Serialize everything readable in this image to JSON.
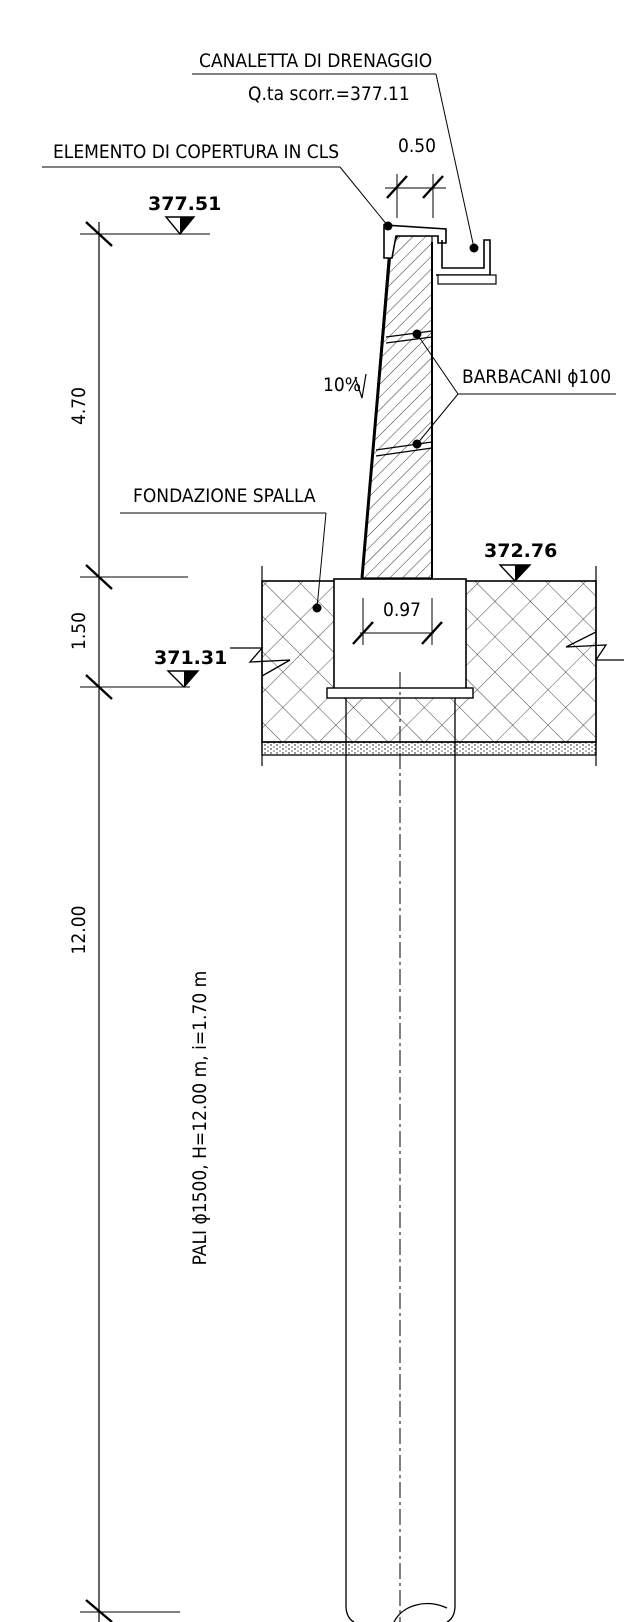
{
  "labels": {
    "drainage_channel": "CANALETTA DI DRENAGGIO",
    "drainage_level": "Q.ta scorr.=377.11",
    "cover_element": "ELEMENTO DI COPERTURA IN CLS",
    "weep_holes": "BARBACANI ϕ100",
    "abutment_foundation": "FONDAZIONE SPALLA",
    "piles": "PALI ϕ1500, H=12.00 m, i=1.70 m"
  },
  "elevations": {
    "top": "377.51",
    "ground": "372.76",
    "foundation_bottom": "371.31"
  },
  "dimensions": {
    "wall_height": "4.70",
    "foundation_height": "1.50",
    "pile_length": "12.00",
    "top_width": "0.50",
    "base_width": "0.97",
    "batter": "10%"
  }
}
